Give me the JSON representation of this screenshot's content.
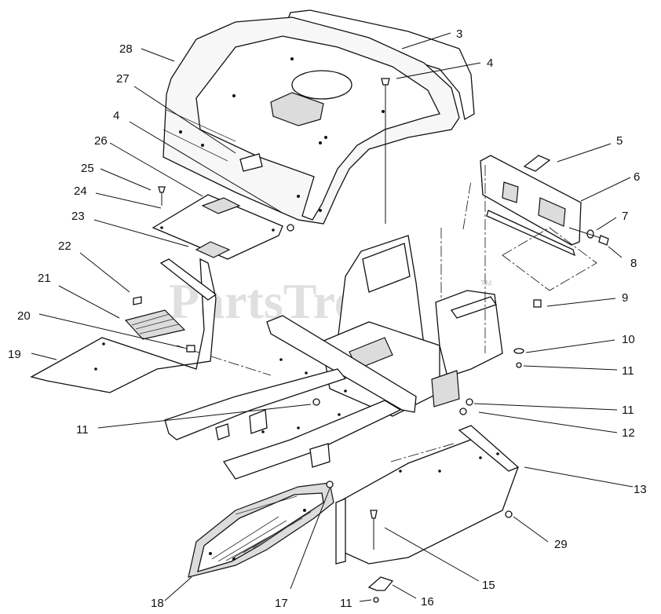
{
  "watermark": {
    "text": "PartsTree",
    "tm": "TM"
  },
  "callouts": [
    "28",
    "3",
    "4",
    "27",
    "4",
    "26",
    "5",
    "25",
    "6",
    "24",
    "23",
    "7",
    "8",
    "22",
    "9",
    "21",
    "20",
    "10",
    "19",
    "11",
    "11",
    "12",
    "11",
    "13",
    "29",
    "18",
    "17",
    "11",
    "16",
    "15"
  ]
}
